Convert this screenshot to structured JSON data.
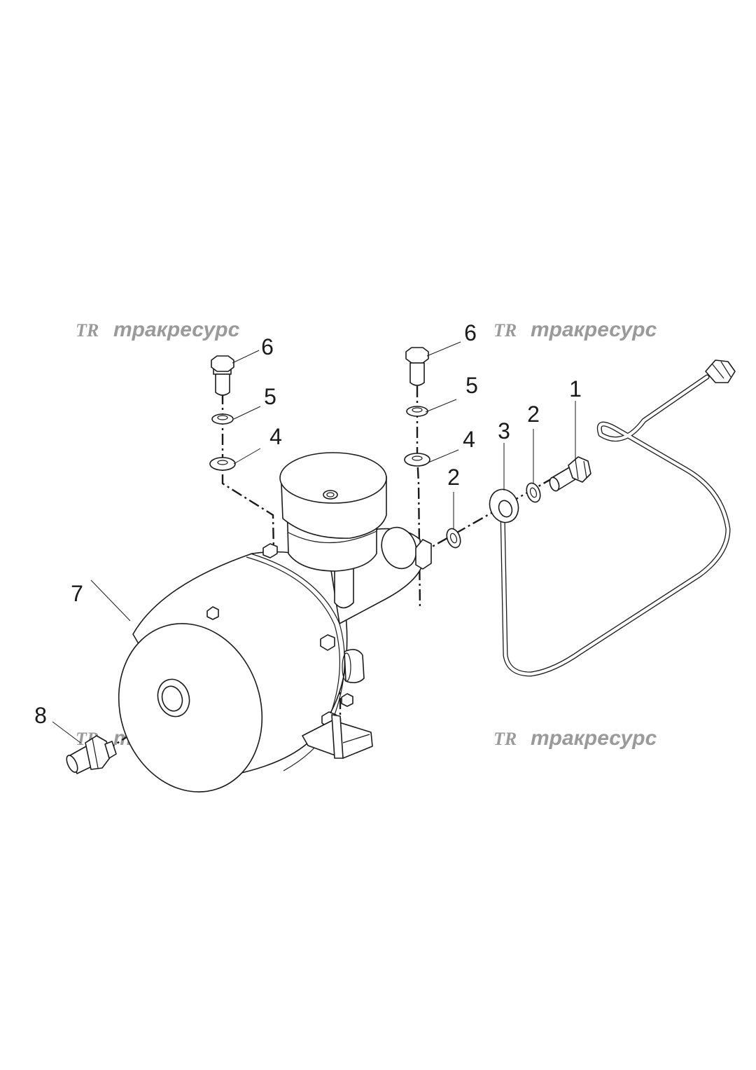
{
  "callouts": [
    {
      "label": "1"
    },
    {
      "label": "2"
    },
    {
      "label": "3"
    },
    {
      "label": "2"
    },
    {
      "label": "4"
    },
    {
      "label": "5"
    },
    {
      "label": "6"
    },
    {
      "label": "4"
    },
    {
      "label": "5"
    },
    {
      "label": "6"
    },
    {
      "label": "7"
    },
    {
      "label": "8"
    }
  ],
  "watermark": {
    "logo": "TR",
    "text": "тракресурс"
  }
}
